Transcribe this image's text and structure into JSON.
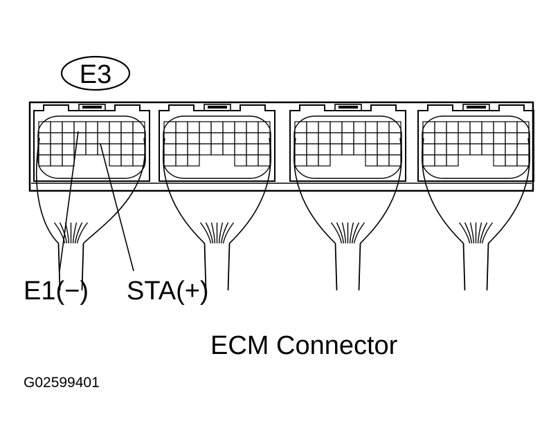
{
  "connector_id": "E3",
  "terminals": {
    "left": "E1(−)",
    "right": "STA(+)"
  },
  "caption": "ECM Connector",
  "figure_code": "G02599401",
  "colors": {
    "ink": "#000000",
    "paper": "#ffffff"
  }
}
